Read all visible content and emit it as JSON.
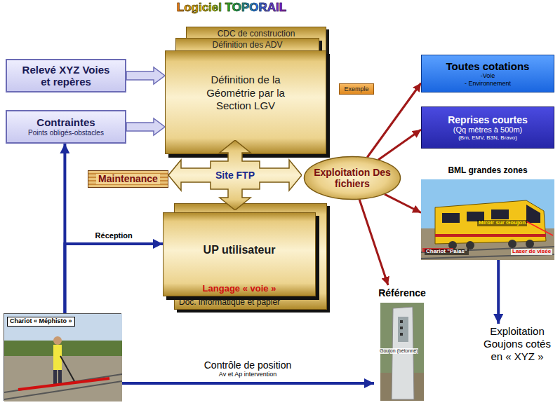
{
  "diagram": {
    "title": "Logiciel TOPORAIL",
    "nodes": [
      {
        "text": [
          "Relevé XYZ Voies et repères"
        ]
      },
      {
        "text": [
          "Contraintes",
          "Points obligés-obstacles"
        ]
      },
      {
        "text": [
          "CDC de construction"
        ]
      },
      {
        "text": [
          "Définition des ADV"
        ]
      },
      {
        "text": [
          "Définition de la Géométrie par la Section LGV"
        ]
      },
      {
        "text": [
          "Exemple"
        ]
      },
      {
        "text": [
          "Site FTP"
        ]
      },
      {
        "text": [
          "Maintenance"
        ]
      },
      {
        "text": [
          "Exploitation Des fichiers"
        ]
      },
      {
        "text": [
          "UP utilisateur",
          "Langage « voie »"
        ]
      },
      {
        "text": [
          "Doc. informatique et papier"
        ]
      },
      {
        "text": [
          "Toutes cotations",
          "-Voie",
          "- Environnement"
        ]
      },
      {
        "text": [
          "Reprises courtes",
          "(Qq mètres à 500m)",
          "(Bm, EMV, B3N, Bravo)"
        ]
      },
      {
        "text": [
          "BML grandes zones"
        ]
      },
      {
        "text": [
          "Référence"
        ]
      },
      {
        "text": [
          "Exploitation",
          "Goujons cotés en « XYZ »"
        ]
      },
      {
        "text": [
          "Chariot « Méphisto »"
        ]
      }
    ],
    "edges": [
      {
        "from": 0,
        "to": 4,
        "arrow": "to"
      },
      {
        "from": 1,
        "to": 4,
        "arrow": "to"
      },
      {
        "from": 8,
        "to": 11,
        "arrow": "to"
      },
      {
        "from": 8,
        "to": 12,
        "arrow": "to"
      },
      {
        "from": 8,
        "to": 13,
        "arrow": "to"
      },
      {
        "from": 8,
        "to": 14,
        "arrow": "to"
      },
      {
        "from": 13,
        "to": 15,
        "arrow": "to"
      },
      {
        "from": 16,
        "to": 14,
        "label": "Contrôle de position",
        "arrow": "to"
      },
      {
        "from": 16,
        "to": 1,
        "arrow": "to"
      },
      {
        "from": 16,
        "to": 9,
        "label": "Réception",
        "arrow": "to"
      }
    ],
    "labels": [
      "Av et Ap intervention",
      "Miroir sur Goujon",
      "Chariot \"Palas\"",
      "Laser de visée",
      "Goujon (bétonné)"
    ]
  }
}
